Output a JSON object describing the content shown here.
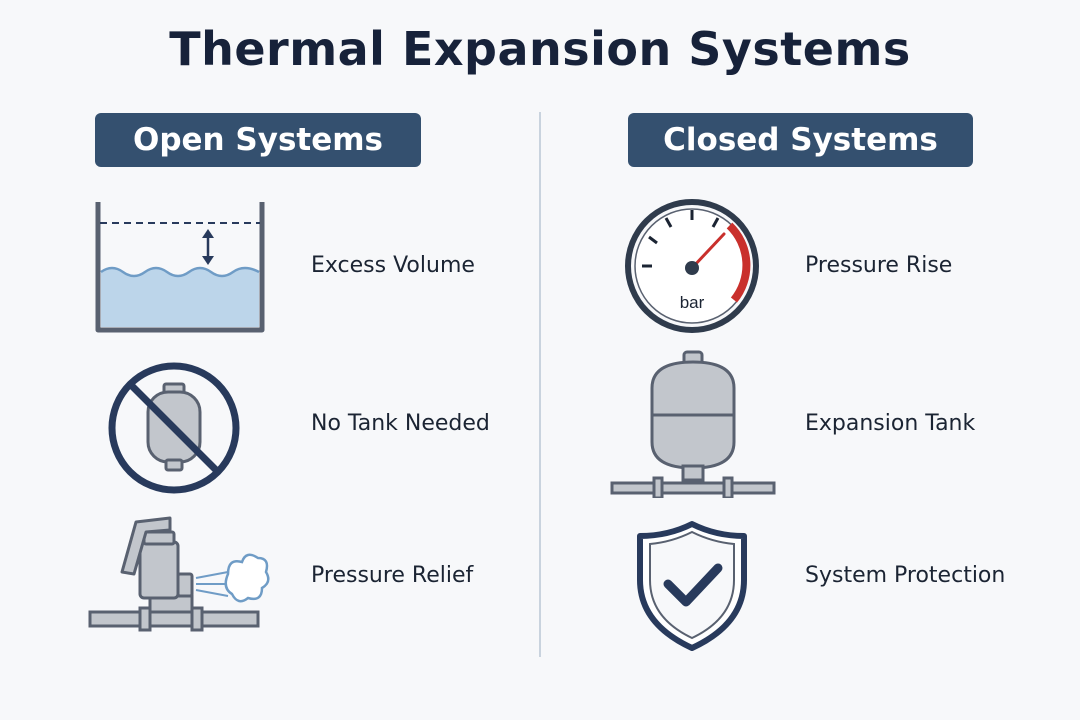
{
  "title": "Thermal Expansion Systems",
  "colors": {
    "header_bg": "#34506f",
    "header_text": "#ffffff",
    "icon_outline": "#596170",
    "icon_fill": "#c2c6cc",
    "accent_navy": "#283a5c",
    "water": "#bcd5ea",
    "gauge_red": "#c9302c"
  },
  "open_systems": {
    "heading": "Open Systems",
    "items": [
      {
        "label": "Excess Volume",
        "icon": "water-tank-icon"
      },
      {
        "label": "No Tank Needed",
        "icon": "no-tank-icon"
      },
      {
        "label": "Pressure Relief",
        "icon": "relief-valve-icon"
      }
    ]
  },
  "closed_systems": {
    "heading": "Closed Systems",
    "items": [
      {
        "label": "Pressure Rise",
        "icon": "pressure-gauge-icon",
        "gauge_unit": "bar"
      },
      {
        "label": "Expansion Tank",
        "icon": "expansion-tank-icon"
      },
      {
        "label": "System Protection",
        "icon": "shield-check-icon"
      }
    ]
  }
}
